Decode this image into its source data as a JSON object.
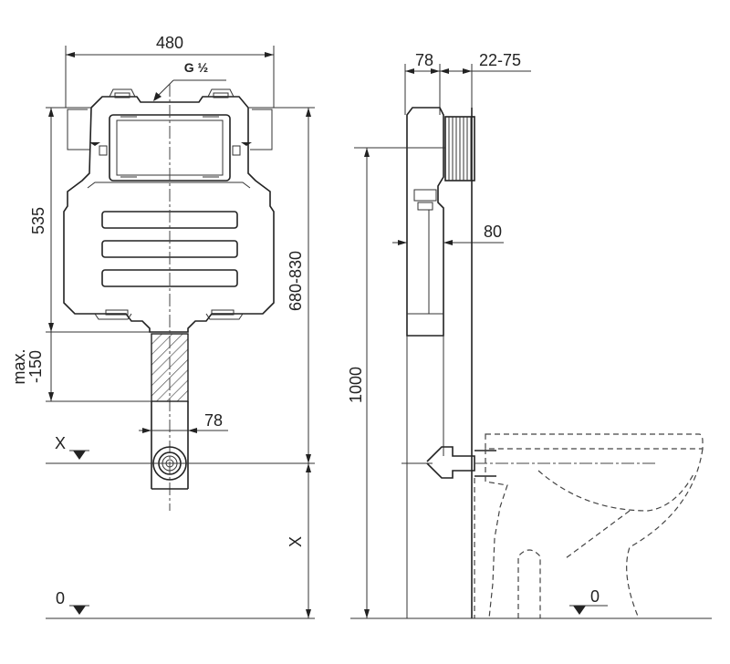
{
  "front_view": {
    "width_label": "480",
    "pipe_label": "G ½",
    "height_label": "535",
    "adjust_label": "680-830",
    "max_label_line1": "max.",
    "max_label_line2": "-150",
    "pipe_offset_label": "78",
    "x_level_label": "X",
    "x_height_label": "X",
    "zero_label": "0"
  },
  "side_view": {
    "depth_label": "78",
    "wall_label": "22-75",
    "frame_label": "80",
    "total_height_label": "1000",
    "zero_label": "0"
  }
}
